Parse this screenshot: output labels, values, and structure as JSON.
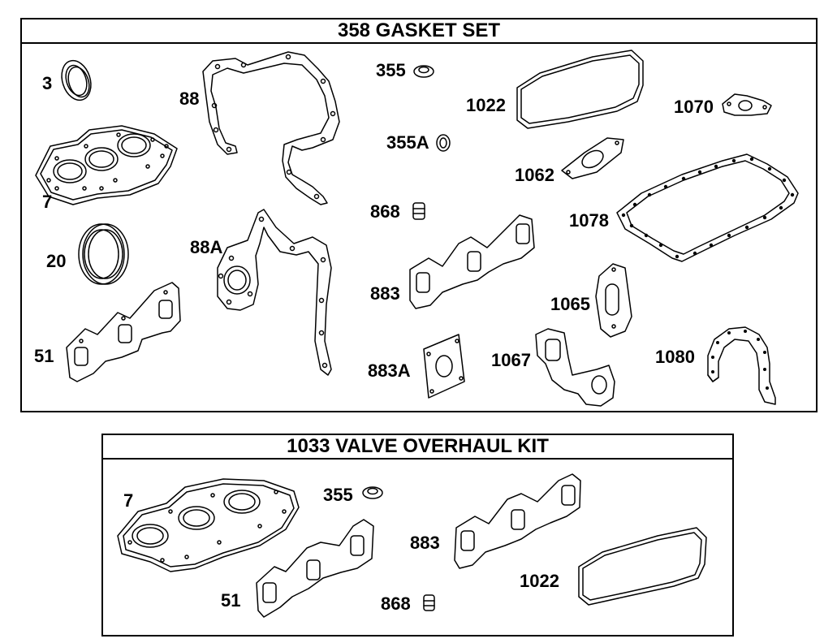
{
  "gasket_set": {
    "title": "358 GASKET SET",
    "parts": {
      "p3": "3",
      "p88": "88",
      "p355": "355",
      "p1022": "1022",
      "p1070": "1070",
      "p7": "7",
      "p355a": "355A",
      "p1062": "1062",
      "p868": "868",
      "p1078": "1078",
      "p20": "20",
      "p88a": "88A",
      "p883": "883",
      "p1065": "1065",
      "p51": "51",
      "p883a": "883A",
      "p1067": "1067",
      "p1080": "1080"
    }
  },
  "valve_kit": {
    "title": "1033 VALVE OVERHAUL KIT",
    "parts": {
      "p7": "7",
      "p355": "355",
      "p883": "883",
      "p1022": "1022",
      "p51": "51",
      "p868": "868"
    }
  }
}
